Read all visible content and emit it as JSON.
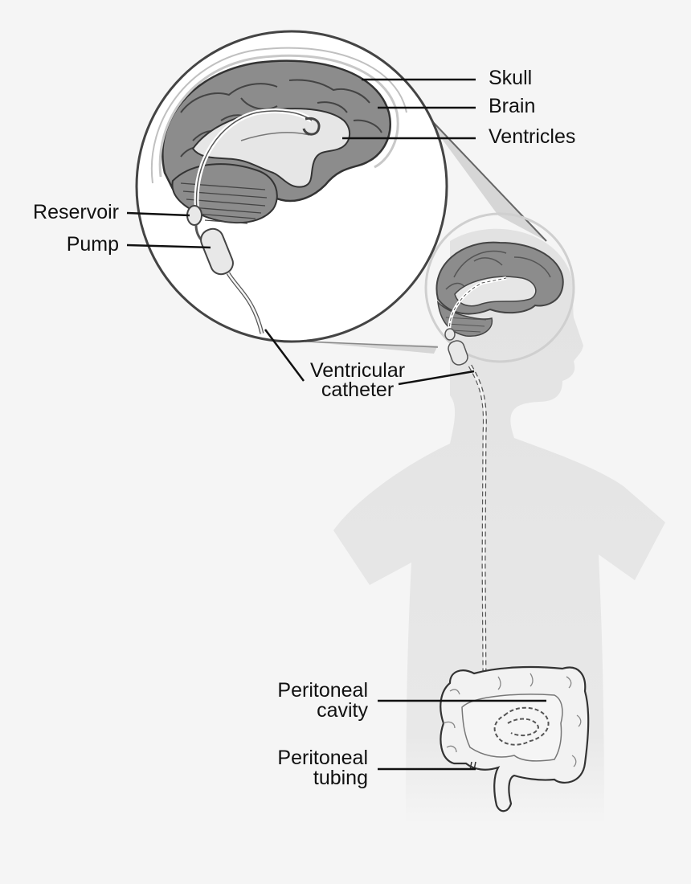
{
  "labels": {
    "skull": "Skull",
    "brain": "Brain",
    "ventricles": "Ventricles",
    "reservoir": "Reservoir",
    "pump": "Pump",
    "ventricular_catheter": [
      "Ventricular",
      "catheter"
    ],
    "peritoneal_cavity": [
      "Peritoneal",
      "cavity"
    ],
    "peritoneal_tubing": [
      "Peritoneal",
      "tubing"
    ]
  },
  "colors": {
    "background": "#f5f5f5",
    "body_silhouette": "#e4e4e4",
    "brain_fill": "#8c8c8c",
    "ventricle_fill": "#e6e6e6",
    "intestine_fill": "#f2f2f2",
    "leader_line": "#111111"
  }
}
